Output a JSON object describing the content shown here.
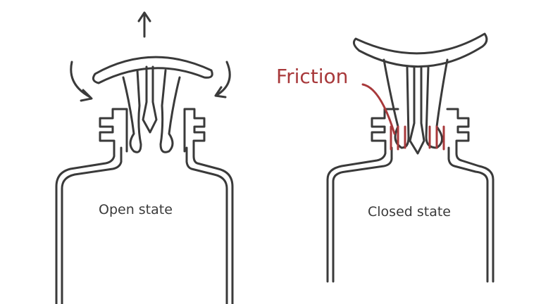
{
  "labels": {
    "open_state": "Open state",
    "closed_state": "Closed state",
    "friction": "Friction"
  },
  "colors": {
    "ink": "#3a3a3a",
    "friction": "#a8393b"
  }
}
